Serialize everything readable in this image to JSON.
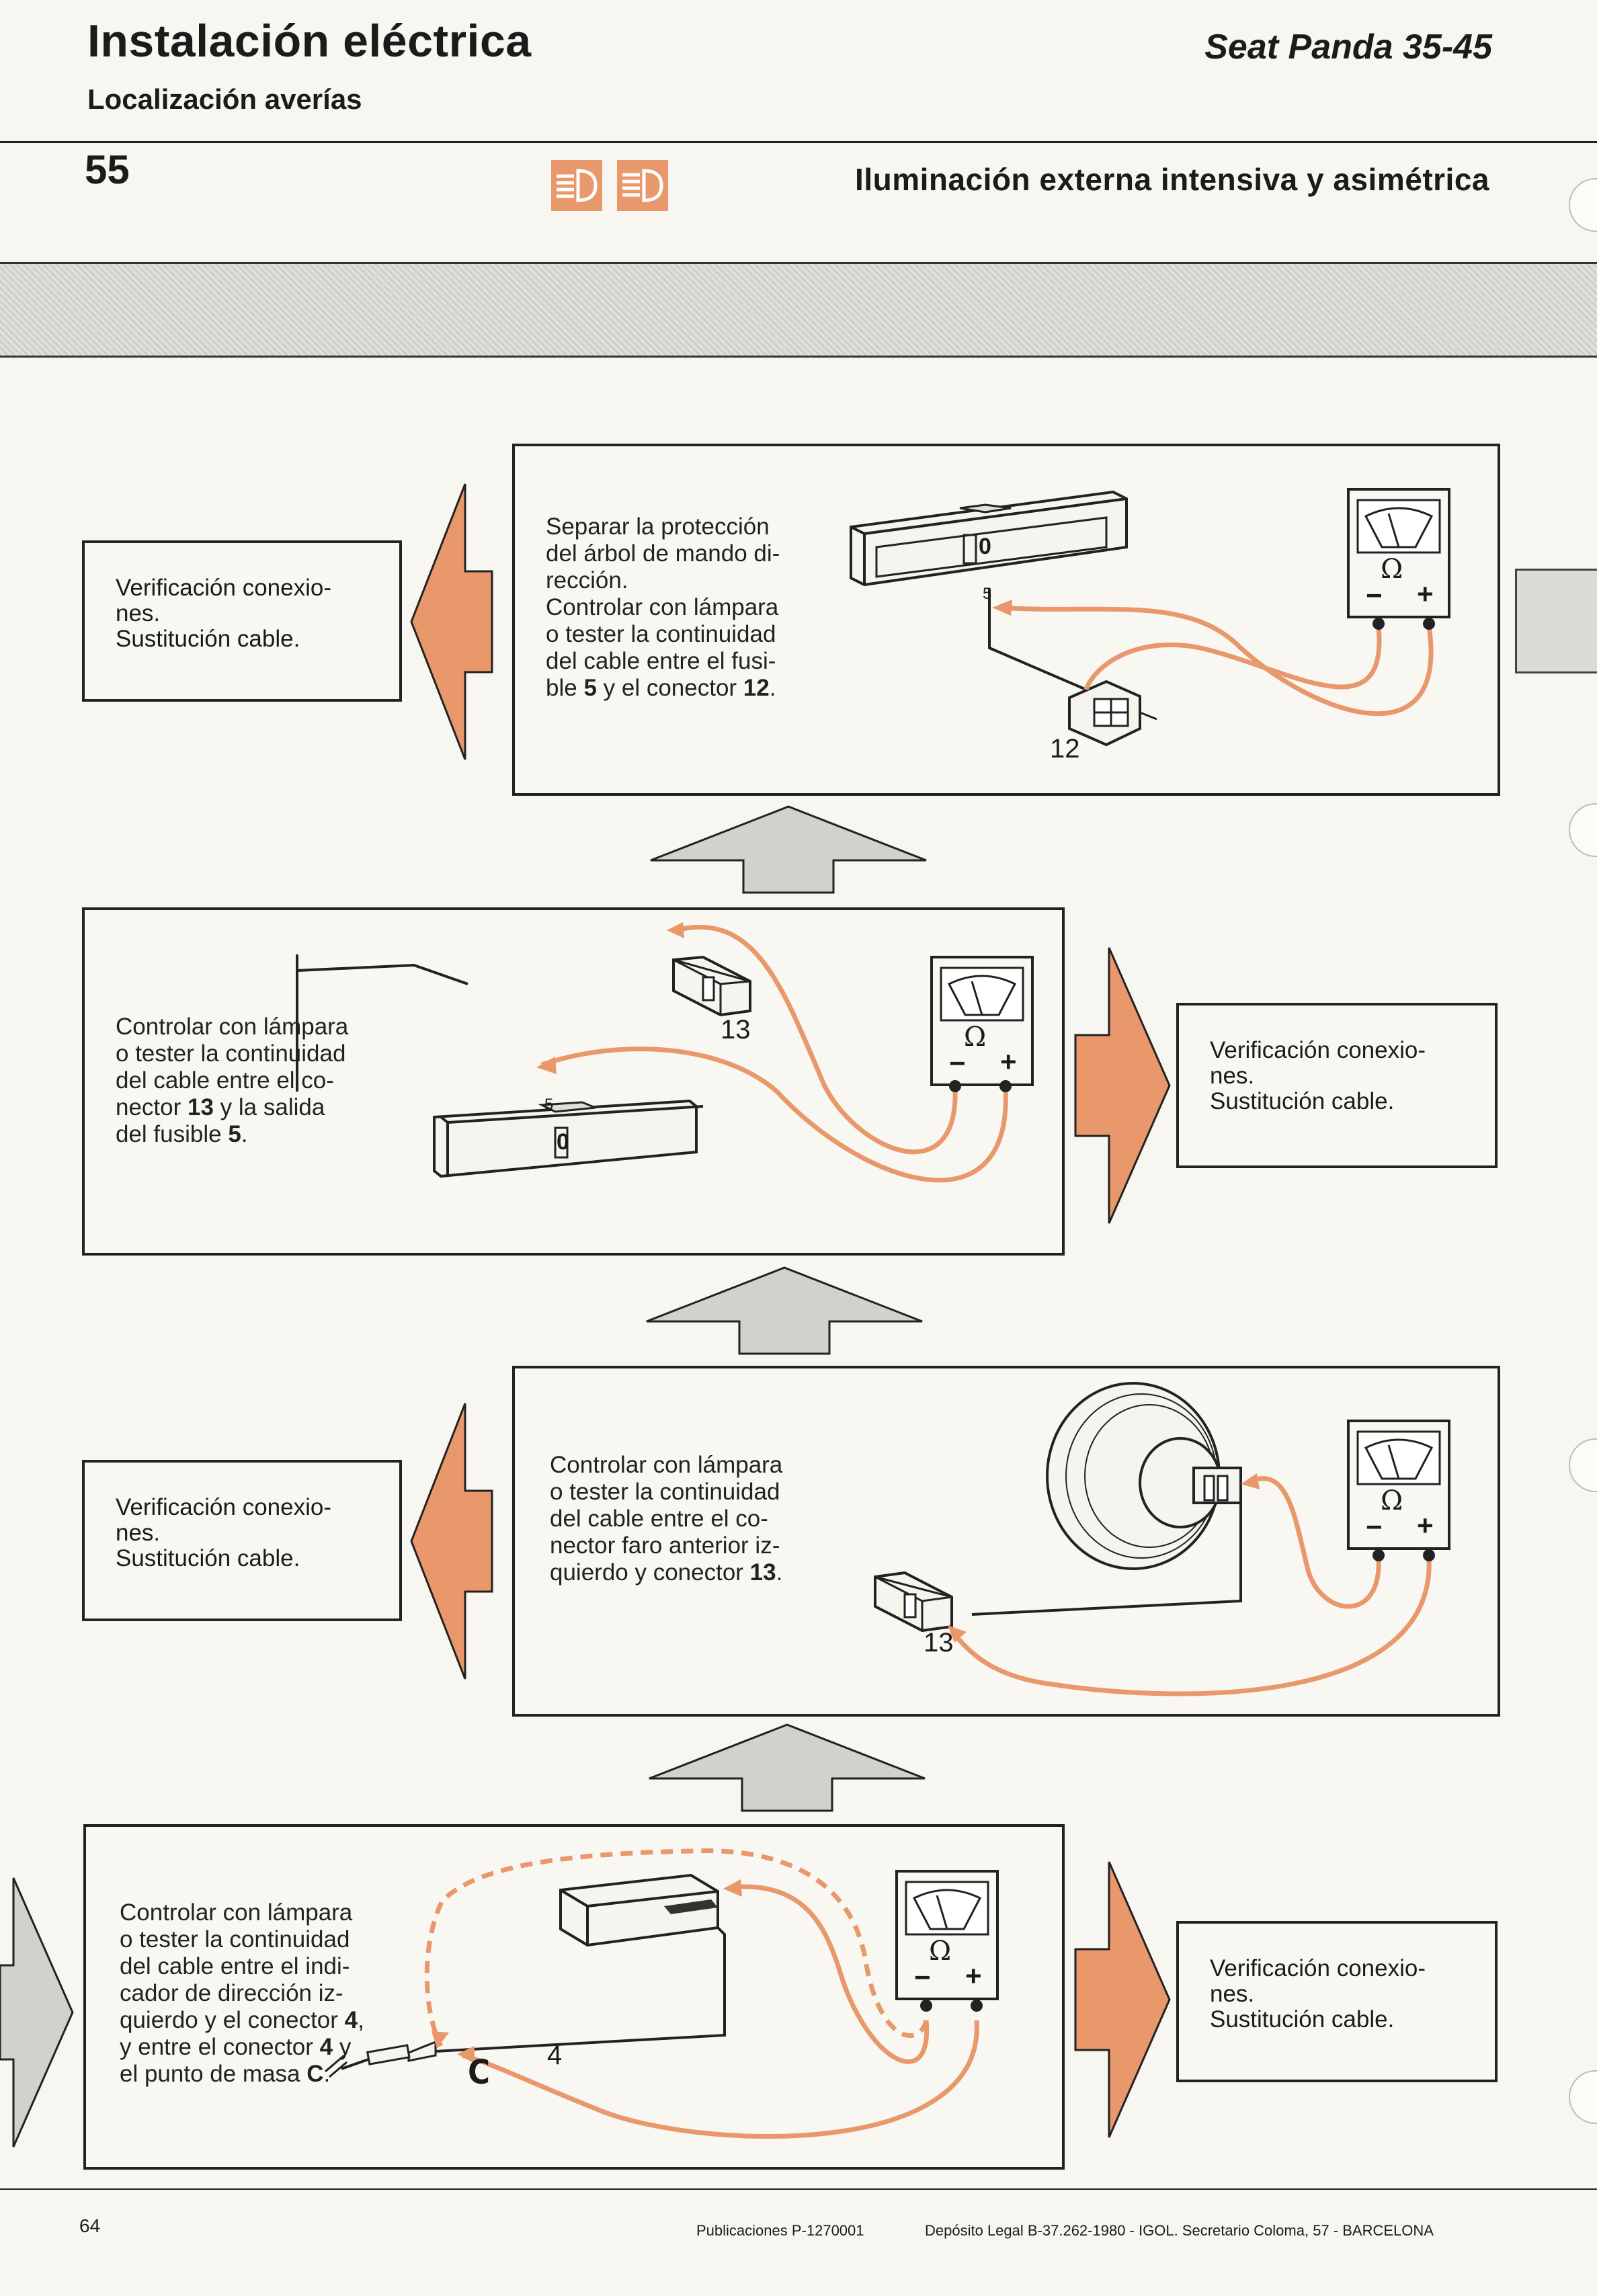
{
  "header": {
    "title": "Instalación eléctrica",
    "subtitle": "Localización averías",
    "model": "Seat Panda 35-45",
    "page_section_number": "55",
    "section_title": "Iluminación externa intensiva y asimétrica",
    "icons": [
      "high-beam-icon",
      "high-beam-icon"
    ]
  },
  "steps": [
    {
      "text": [
        "Separar la protección",
        "del árbol de mando di-",
        "rección.",
        "Controlar con lámpara",
        "o tester la continuidad",
        "del cable entre el fusi-",
        "ble 5 y el conector 12."
      ],
      "result": [
        "Verificación conexio-",
        "nes.",
        "Sustitución cable."
      ],
      "labels": {
        "fuse": "5",
        "connector": "12",
        "ohm": "Ω",
        "minus": "−",
        "plus": "+",
        "fuse_display": "0"
      }
    },
    {
      "text": [
        "Controlar con lámpara",
        "o tester la continuidad",
        "del cable entre el co-",
        "nector 13 y la salida",
        "del fusible 5."
      ],
      "result": [
        "Verificación conexio-",
        "nes.",
        "Sustitución cable."
      ],
      "labels": {
        "fuse": "5",
        "connector": "13",
        "ohm": "Ω",
        "minus": "−",
        "plus": "+",
        "fuse_display": "0"
      }
    },
    {
      "text": [
        "Controlar con lámpara",
        "o tester la continuidad",
        "del cable entre el co-",
        "nector faro anterior iz-",
        "quierdo y conector 13."
      ],
      "result": [
        "Verificación conexio-",
        "nes.",
        "Sustitución cable."
      ],
      "labels": {
        "connector": "13",
        "ohm": "Ω",
        "minus": "−",
        "plus": "+"
      }
    },
    {
      "text": [
        "Controlar con lámpara",
        "o tester la continuidad",
        "del cable entre el indi-",
        "cador de dirección iz-",
        "quierdo y el conector 4,",
        "y entre el conector 4 y",
        "el punto de masa C."
      ],
      "result": [
        "Verificación conexio-",
        "nes.",
        "Sustitución cable."
      ],
      "labels": {
        "connector": "4",
        "ground": "C",
        "ohm": "Ω",
        "minus": "−",
        "plus": "+"
      }
    }
  ],
  "footer": {
    "page": "64",
    "publication": "Publicaciones P-1270001",
    "legal": "Depósito Legal B-37.262-1980 - IGOL. Secretario Coloma, 57 - BARCELONA"
  },
  "colors": {
    "accent": "#e8986b",
    "wire": "#222222",
    "background": "#f7f6f1"
  }
}
